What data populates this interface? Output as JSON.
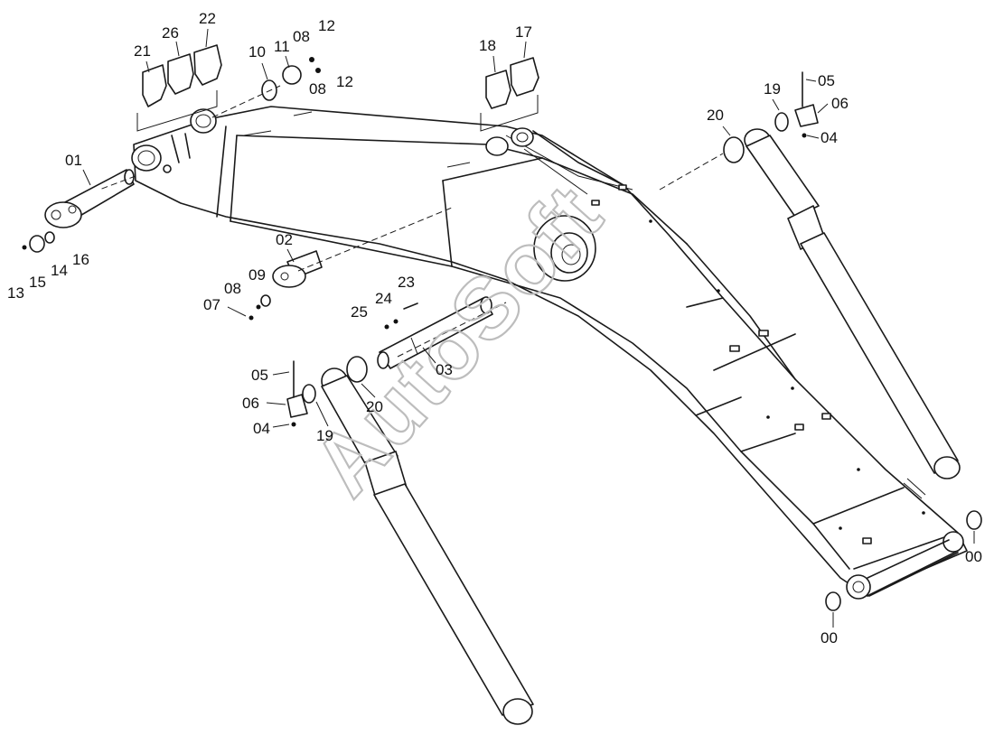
{
  "watermark": "AutoSoft",
  "callouts": [
    {
      "id": "c01",
      "text": "01"
    },
    {
      "id": "c02",
      "text": "02"
    },
    {
      "id": "c03",
      "text": "03"
    },
    {
      "id": "c04a",
      "text": "04"
    },
    {
      "id": "c04b",
      "text": "04"
    },
    {
      "id": "c05a",
      "text": "05"
    },
    {
      "id": "c05b",
      "text": "05"
    },
    {
      "id": "c06a",
      "text": "06"
    },
    {
      "id": "c06b",
      "text": "06"
    },
    {
      "id": "c07",
      "text": "07"
    },
    {
      "id": "c08a",
      "text": "08"
    },
    {
      "id": "c08b",
      "text": "08"
    },
    {
      "id": "c08c",
      "text": "08"
    },
    {
      "id": "c09",
      "text": "09"
    },
    {
      "id": "c10",
      "text": "10"
    },
    {
      "id": "c11",
      "text": "11"
    },
    {
      "id": "c12a",
      "text": "12"
    },
    {
      "id": "c12b",
      "text": "12"
    },
    {
      "id": "c13",
      "text": "13"
    },
    {
      "id": "c14",
      "text": "14"
    },
    {
      "id": "c15",
      "text": "15"
    },
    {
      "id": "c16",
      "text": "16"
    },
    {
      "id": "c17",
      "text": "17"
    },
    {
      "id": "c18",
      "text": "18"
    },
    {
      "id": "c19a",
      "text": "19"
    },
    {
      "id": "c19b",
      "text": "19"
    },
    {
      "id": "c20a",
      "text": "20"
    },
    {
      "id": "c20b",
      "text": "20"
    },
    {
      "id": "c21",
      "text": "21"
    },
    {
      "id": "c22",
      "text": "22"
    },
    {
      "id": "c23",
      "text": "23"
    },
    {
      "id": "c24",
      "text": "24"
    },
    {
      "id": "c25",
      "text": "25"
    },
    {
      "id": "c26",
      "text": "26"
    },
    {
      "id": "c00a",
      "text": "00"
    },
    {
      "id": "c00b",
      "text": "00"
    }
  ]
}
